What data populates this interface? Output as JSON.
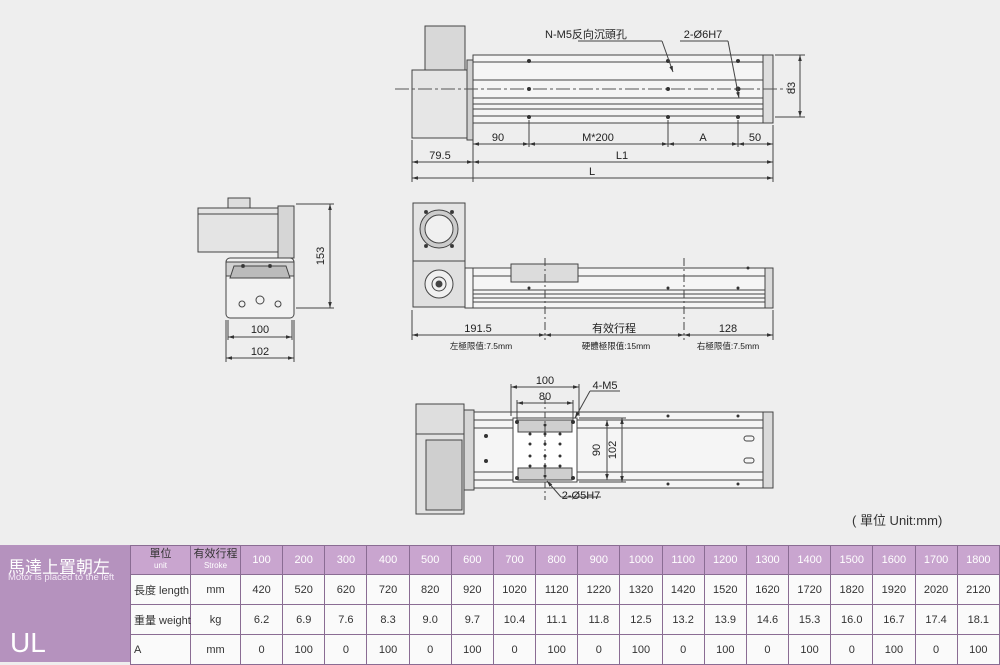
{
  "top_view": {
    "callout_holes": "N-M5反向沉頭孔",
    "callout_pins": "2-Ø6H7",
    "dim_height": "83",
    "dim_90": "90",
    "dim_m200": "M*200",
    "dim_a": "A",
    "dim_50": "50",
    "dim_79_5": "79.5",
    "dim_l1": "L1",
    "dim_l": "L"
  },
  "end_view": {
    "dim_153": "153",
    "dim_100": "100",
    "dim_102": "102"
  },
  "side_view": {
    "dim_191_5": "191.5",
    "dim_stroke": "有效行程",
    "dim_128": "128",
    "note_left": "左極限值:7.5mm",
    "note_mid": "硬體極限值:15mm",
    "note_right": "右極限值:7.5mm"
  },
  "bottom_view": {
    "dim_100": "100",
    "dim_80": "80",
    "callout_m5": "4-M5",
    "dim_90": "90",
    "dim_102": "102",
    "callout_pins": "2-Ø5H7"
  },
  "unit_note": "( 單位 Unit:mm)",
  "spec_table": {
    "model_title_zh": "馬達上置朝左",
    "model_title_en": "Motor is placed to the left",
    "model_code": "UL",
    "header": {
      "unit_zh": "單位",
      "unit_en": "unit",
      "stroke_zh": "有效行程",
      "stroke_en": "Stroke"
    },
    "strokes": [
      "100",
      "200",
      "300",
      "400",
      "500",
      "600",
      "700",
      "800",
      "900",
      "1000",
      "1100",
      "1200",
      "1300",
      "1400",
      "1500",
      "1600",
      "1700",
      "1800"
    ],
    "rows": [
      {
        "label": "長度 length",
        "unit": "mm",
        "values": [
          "420",
          "520",
          "620",
          "720",
          "820",
          "920",
          "1020",
          "1120",
          "1220",
          "1320",
          "1420",
          "1520",
          "1620",
          "1720",
          "1820",
          "1920",
          "2020",
          "2120"
        ]
      },
      {
        "label": "重量 weight",
        "unit": "kg",
        "values": [
          "6.2",
          "6.9",
          "7.6",
          "8.3",
          "9.0",
          "9.7",
          "10.4",
          "11.1",
          "11.8",
          "12.5",
          "13.2",
          "13.9",
          "14.6",
          "15.3",
          "16.0",
          "16.7",
          "17.4",
          "18.1"
        ]
      },
      {
        "label": "A",
        "unit": "mm",
        "values": [
          "0",
          "100",
          "0",
          "100",
          "0",
          "100",
          "0",
          "100",
          "0",
          "100",
          "0",
          "100",
          "0",
          "100",
          "0",
          "100",
          "0",
          "100"
        ]
      }
    ]
  }
}
